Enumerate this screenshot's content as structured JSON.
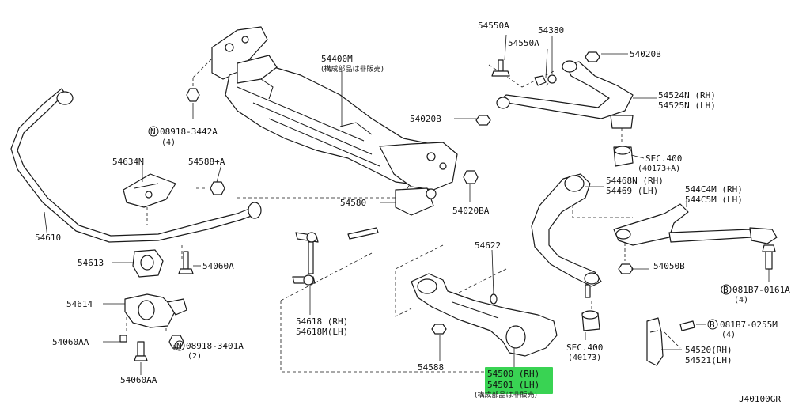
{
  "highlight_color": "#39d353",
  "parts": {
    "p54400m": "54400M",
    "p54400m_note": "(構成部品は非販売)",
    "p54550a_1": "54550A",
    "p54550a_2": "54550A",
    "p54380": "54380",
    "p54020b_top": "54020B",
    "p54524n": "54524N (RH)",
    "p54525n": "54525N (LH)",
    "p54020b_mid": "54020B",
    "sec400_top": "SEC.400",
    "sec400_top_ref": "(40173+A)",
    "p08918_3442a": "08918-3442A",
    "p08918_3442a_qty": "(4)",
    "p54634m": "54634M",
    "p54588a": "54588+A",
    "p54580": "54580",
    "p54020ba": "54020BA",
    "p54468n": "54468N (RH)",
    "p54469": "54469 (LH)",
    "p544c4m": "544C4M (RH)",
    "p544c5m": "544C5M (LH)",
    "p54610": "54610",
    "p54622": "54622",
    "p54613": "54613",
    "p54060a_1": "54060A",
    "p54050b": "54050B",
    "p081b7_0161a": "081B7-0161A",
    "p081b7_0161a_qty": "(4)",
    "p54614": "54614",
    "p54618": "54618 (RH)",
    "p54618m": "54618M(LH)",
    "p081b7_0255m": "081B7-0255M",
    "p081b7_0255m_qty": "(4)",
    "p54060aa_1": "54060AA",
    "p08918_3401a": "08918-3401A",
    "p08918_3401a_qty": "(2)",
    "sec400_bot": "SEC.400",
    "sec400_bot_ref": "(40173)",
    "p54520": "54520(RH)",
    "p54521": "54521(LH)",
    "p54588": "54588",
    "p54500": "54500 (RH)",
    "p54501": "54501 (LH)",
    "p54500_note": "(構成部品は非販売)",
    "p54060aa_2": "54060AA",
    "circle_n": "N",
    "circle_b": "B",
    "diagram_code": "J40100GR"
  }
}
